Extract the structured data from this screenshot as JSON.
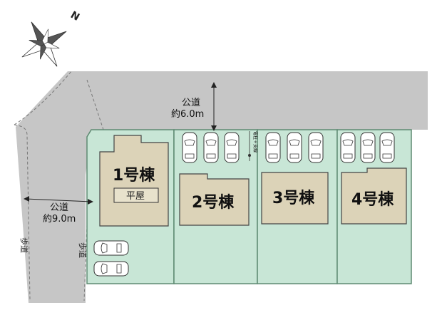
{
  "compass": {
    "north_label": "N"
  },
  "roads": {
    "north_road": {
      "name": "公道",
      "width": "約6.0m"
    },
    "west_road": {
      "name": "公道",
      "width": "約9.0m"
    },
    "sidewalk_left": "歩道",
    "sidewalk_right": "歩道"
  },
  "utility": {
    "pole_label": "電柱＋支線"
  },
  "lots": [
    {
      "label": "1号棟",
      "note": "平屋"
    },
    {
      "label": "2号棟"
    },
    {
      "label": "3号棟"
    },
    {
      "label": "4号棟"
    }
  ],
  "colors": {
    "road": "#c6c6c6",
    "lot": "#c8e6d6",
    "building": "#dcd3b8",
    "lot_border": "#5e8a72"
  }
}
